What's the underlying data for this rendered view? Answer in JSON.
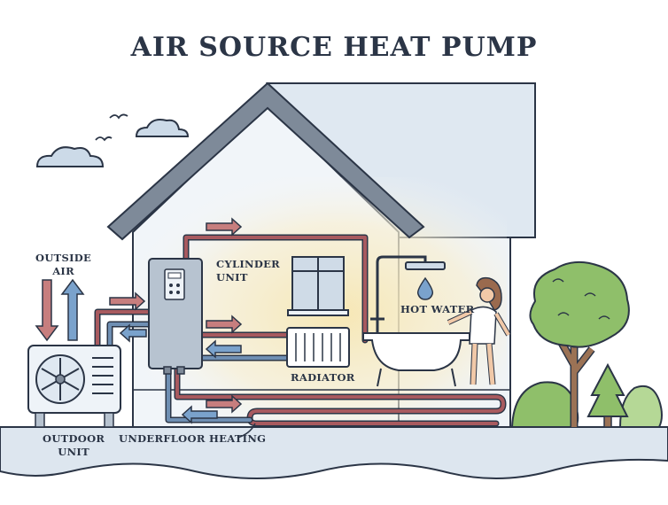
{
  "title": "AIR SOURCE HEAT PUMP",
  "labels": {
    "outside_air": [
      "OUTSIDE",
      "AIR"
    ],
    "cylinder_unit": [
      "CYLINDER",
      "UNIT"
    ],
    "hot_water": "HOT WATER",
    "radiator": "RADIATOR",
    "underfloor_heating": "UNDERFLOOR HEATING",
    "outdoor_unit": [
      "OUTDOOR",
      "UNIT"
    ]
  },
  "colors": {
    "outline": "#2b3546",
    "hot_pipe": "#a85a5f",
    "cold_pipe": "#6f8fb3",
    "hot_arrow": "#c77e7e",
    "cold_arrow": "#7aa2cc",
    "house_wall": "#eef3f8",
    "roof": "#7e8a99",
    "ground": "#dde6ef",
    "warm_glow": "#f7ecc8",
    "tree_green": "#8fbf6a"
  }
}
